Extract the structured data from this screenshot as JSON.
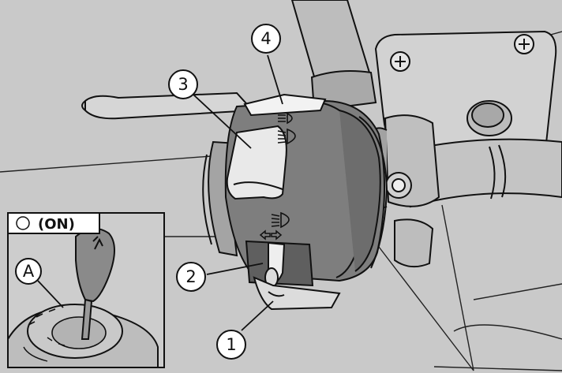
{
  "callouts": [
    {
      "id": "1",
      "text": "1"
    },
    {
      "id": "2",
      "text": "2"
    },
    {
      "id": "3",
      "text": "3"
    },
    {
      "id": "4",
      "text": "4"
    }
  ],
  "inset": {
    "mode_text": "(ON)",
    "marker_text": "A"
  },
  "colors": {
    "background": "#c9c9c9",
    "housing": "#7e7e7e",
    "switch_face": "#e9e9e9",
    "line": "#111111"
  },
  "icons": [
    "high-beam-indicator-icon",
    "low-beam-indicator-icon",
    "turn-signal-arrows-icon",
    "on-circle-icon"
  ]
}
